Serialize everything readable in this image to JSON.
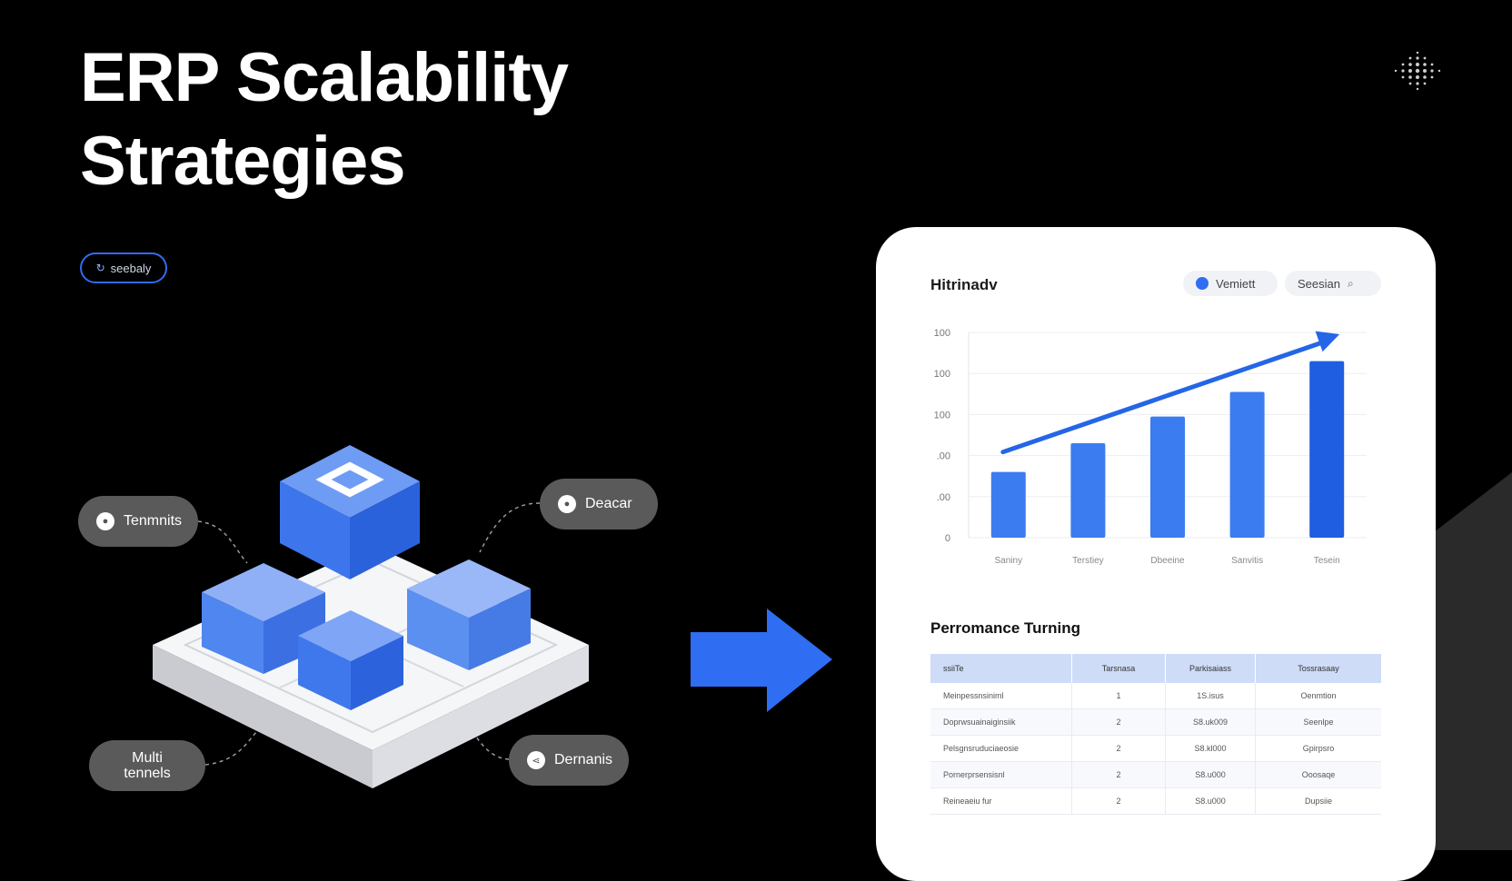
{
  "slide": {
    "title_line1": "ERP Scalability",
    "title_line2": "Strategies",
    "tag": "seebaly"
  },
  "nodes": {
    "tenants": "Tenmnits",
    "deploy": "Deacar",
    "multi_line1": "Multi",
    "multi_line2": "tennels",
    "domains": "Dernanis"
  },
  "panel": {
    "title": "Hitrinadv",
    "chip_version": "Vemiett",
    "chip_search": "Seesian",
    "section_title": "Perromance Turning"
  },
  "chart_data": {
    "type": "bar",
    "categories": [
      "Saniny",
      "Terstiey",
      "Dbeeine",
      "Sanvitis",
      "Tesein"
    ],
    "values": [
      32,
      46,
      59,
      71,
      86
    ],
    "y_tick_labels": [
      "0",
      ".00",
      ".00",
      "100",
      "100",
      "100"
    ],
    "ylim": [
      0,
      100
    ],
    "trend_arrow": true,
    "grid": true,
    "colors": {
      "bar": "#3b7cf0",
      "bar_last": "#1f5ee0",
      "arrow": "#2466e6"
    }
  },
  "table": {
    "headers": [
      "ssiiTe",
      "Tarsnasa",
      "Parkisaiass",
      "Tossrasaay"
    ],
    "rows": [
      [
        "Meinpessnsiniml",
        "1",
        "1S.isus",
        "Oenmtion"
      ],
      [
        "Doprwsuainaiginsiik",
        "2",
        "S8.uk009",
        "Seenlpe"
      ],
      [
        "Pelsgnsruduciaeosie",
        "2",
        "S8.kl000",
        "Gpirpsro"
      ],
      [
        "Pornerprsensisnl",
        "2",
        "S8.u000",
        "Ooosaqe"
      ],
      [
        "Reineaeiu fur",
        "2",
        "S8.u000",
        "Dupsiie"
      ]
    ]
  },
  "colors": {
    "accent": "#2f6df3",
    "background": "#000000",
    "pill": "#5a5a5a"
  },
  "icons": {
    "tag": "sync-icon",
    "search": "search-icon",
    "share": "share-icon"
  }
}
